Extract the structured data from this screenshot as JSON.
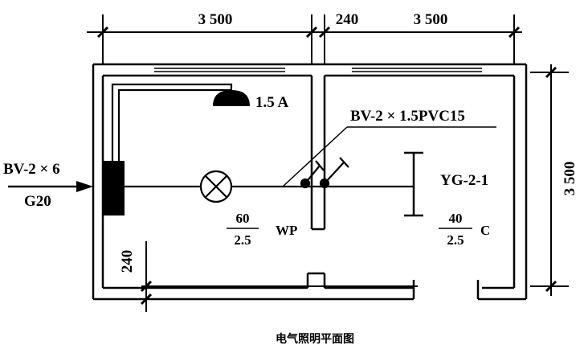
{
  "diagram": {
    "dimensions": {
      "top_left": "3 500",
      "top_mid": "240",
      "top_right": "3 500",
      "right": "3 500",
      "bottom_left": "240"
    },
    "labels": {
      "incoming_cable": "BV-2 × 6",
      "incoming_conduit": "G20",
      "lamp_a_power": "1.5 A",
      "branch_cable": "BV-2 × 1.5PVC15",
      "lamp_c_type": "YG-2-1",
      "lamp_b_num": "60",
      "lamp_b_den": "2.5",
      "lamp_b_mount": "WP",
      "lamp_c_num": "40",
      "lamp_c_den": "2.5",
      "lamp_c_mount": "C"
    },
    "caption": "电气照明平面图"
  }
}
